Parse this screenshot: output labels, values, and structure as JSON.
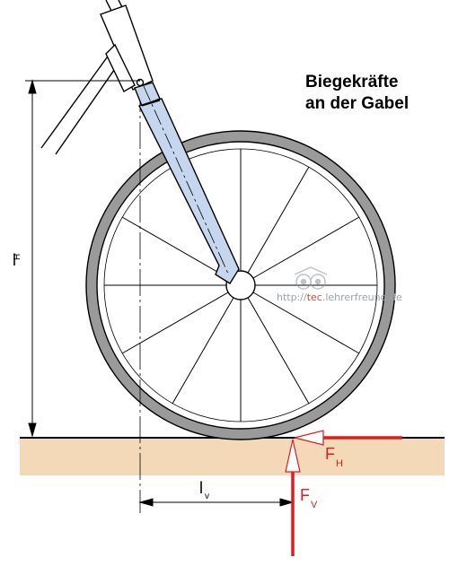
{
  "title": {
    "line1": "Biegekräfte",
    "line2": "an der Gabel"
  },
  "labels": {
    "lh_main": "l",
    "lh_sub": "H",
    "lv_main": "l",
    "lv_sub": "v",
    "fh_main": "F",
    "fh_sub": "H",
    "fv_main": "F",
    "fv_sub": "V"
  },
  "watermark": {
    "prefix": "http://",
    "highlight": "tec",
    "suffix": ".lehrerfreund.de",
    "logo_icon": "owl-logo-icon"
  },
  "colors": {
    "fork_fill": "#c6d6ee",
    "tire": "#9a9a9a",
    "ground": "#f4d9b8",
    "force": "#e01c1c",
    "line": "#000000"
  }
}
